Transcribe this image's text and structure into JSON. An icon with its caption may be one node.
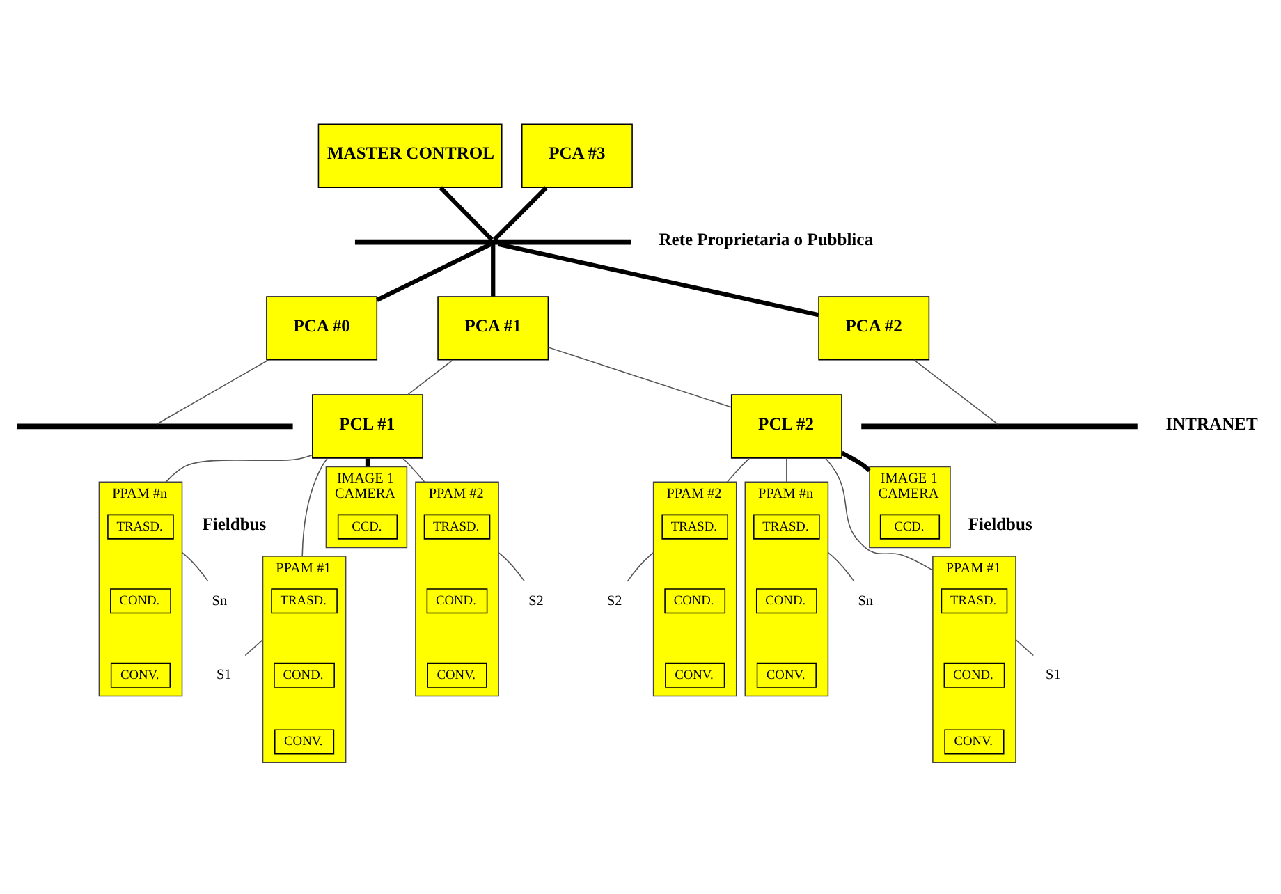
{
  "diagram": {
    "nodes": [
      {
        "text": [
          "MASTER CONTROL"
        ]
      },
      {
        "text": [
          "PCA #3"
        ]
      },
      {
        "text": [],
        "shape": "bar"
      },
      {
        "text": [
          "PCA #0"
        ]
      },
      {
        "text": [
          "PCA #1"
        ]
      },
      {
        "text": [
          "PCA #2"
        ]
      },
      {
        "text": [],
        "shape": "bar"
      },
      {
        "text": [],
        "shape": "bar"
      },
      {
        "text": [
          "PCL #1"
        ]
      },
      {
        "text": [
          "PCL #2"
        ]
      },
      {
        "text": [
          "PPAM #1"
        ]
      },
      {
        "text": [
          "TRASD."
        ],
        "in": 10
      },
      {
        "text": [
          "COND."
        ],
        "in": 10
      },
      {
        "text": [
          "CONV."
        ],
        "in": 10
      },
      {
        "text": [
          "PPAM #2"
        ]
      },
      {
        "text": [
          "TRASD."
        ],
        "in": 14
      },
      {
        "text": [
          "COND."
        ],
        "in": 14
      },
      {
        "text": [
          "CONV."
        ],
        "in": 14
      },
      {
        "text": [
          "PPAM #n"
        ]
      },
      {
        "text": [
          "TRASD."
        ],
        "in": 18
      },
      {
        "text": [
          "COND."
        ],
        "in": 18
      },
      {
        "text": [
          "CONV."
        ],
        "in": 18
      },
      {
        "text": [
          "IMAGE 1",
          "CAMERA"
        ]
      },
      {
        "text": [
          "CCD."
        ],
        "in": 22
      },
      {
        "text": [
          "S1"
        ]
      },
      {
        "text": [
          "S2"
        ]
      },
      {
        "text": [
          "Sn"
        ]
      },
      {
        "text": [
          "PPAM #1"
        ]
      },
      {
        "text": [
          "TRASD."
        ],
        "in": 27
      },
      {
        "text": [
          "COND."
        ],
        "in": 27
      },
      {
        "text": [
          "CONV."
        ],
        "in": 27
      },
      {
        "text": [
          "PPAM #2"
        ]
      },
      {
        "text": [
          "TRASD."
        ],
        "in": 31
      },
      {
        "text": [
          "COND."
        ],
        "in": 31
      },
      {
        "text": [
          "CONV."
        ],
        "in": 31
      },
      {
        "text": [
          "PPAM #n"
        ]
      },
      {
        "text": [
          "TRASD."
        ],
        "in": 35
      },
      {
        "text": [
          "COND."
        ],
        "in": 35
      },
      {
        "text": [
          "CONV."
        ],
        "in": 35
      },
      {
        "text": [
          "IMAGE 1",
          "CAMERA"
        ]
      },
      {
        "text": [
          "CCD."
        ],
        "in": 39
      },
      {
        "text": [
          "S1"
        ]
      },
      {
        "text": [
          "S2"
        ]
      },
      {
        "text": [
          "Sn"
        ]
      }
    ],
    "edges": [
      {
        "from": 0,
        "to": 2,
        "arrow": "none",
        "style": "thick"
      },
      {
        "from": 1,
        "to": 2,
        "arrow": "none",
        "style": "thick"
      },
      {
        "from": 2,
        "to": 3,
        "arrow": "none",
        "style": "thick"
      },
      {
        "from": 2,
        "to": 4,
        "arrow": "none",
        "style": "thick"
      },
      {
        "from": 2,
        "to": 5,
        "arrow": "none",
        "style": "thick"
      },
      {
        "from": 3,
        "to": 6,
        "arrow": "none"
      },
      {
        "from": 5,
        "to": 7,
        "arrow": "none"
      },
      {
        "from": 4,
        "to": 8,
        "arrow": "none"
      },
      {
        "from": 4,
        "to": 9,
        "arrow": "none"
      },
      {
        "from": 8,
        "to": 10,
        "arrow": "none"
      },
      {
        "from": 8,
        "to": 14,
        "arrow": "none"
      },
      {
        "from": 8,
        "to": 18,
        "arrow": "none"
      },
      {
        "from": 8,
        "to": 22,
        "arrow": "none",
        "style": "thick"
      },
      {
        "from": 9,
        "to": 27,
        "arrow": "none"
      },
      {
        "from": 9,
        "to": 31,
        "arrow": "none"
      },
      {
        "from": 9,
        "to": 35,
        "arrow": "none"
      },
      {
        "from": 9,
        "to": 39,
        "arrow": "none",
        "style": "thick"
      },
      {
        "from": 10,
        "to": 24,
        "arrow": "none"
      },
      {
        "from": 14,
        "to": 25,
        "arrow": "none"
      },
      {
        "from": 18,
        "to": 26,
        "arrow": "none"
      },
      {
        "from": 27,
        "to": 41,
        "arrow": "none"
      },
      {
        "from": 31,
        "to": 42,
        "arrow": "none"
      },
      {
        "from": 35,
        "to": 43,
        "arrow": "none"
      }
    ],
    "labels": [
      "Rete Proprietaria o Pubblica",
      "INTRANET",
      "Fieldbus",
      "Fieldbus"
    ]
  }
}
